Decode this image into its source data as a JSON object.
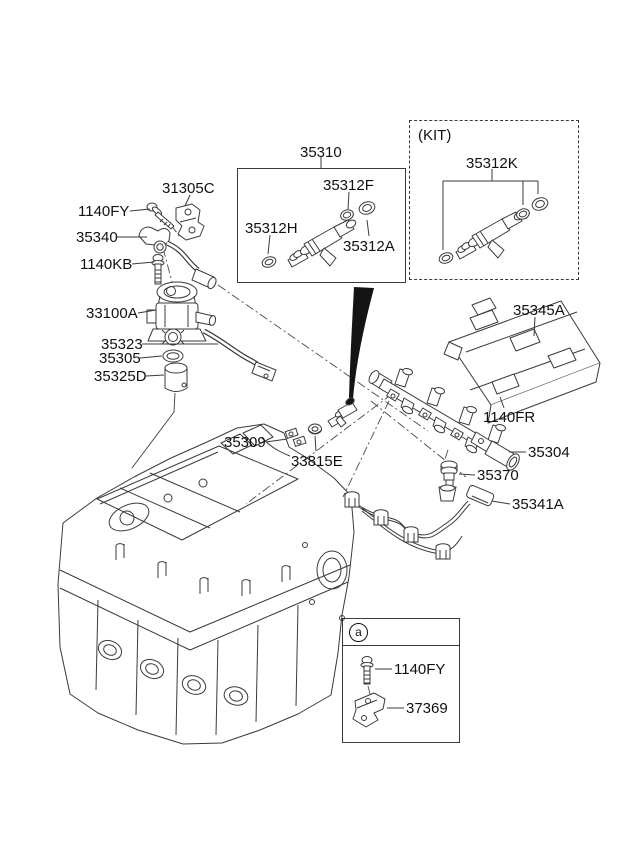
{
  "diagram": {
    "description": "Fuel injection parts exploded diagram",
    "colors": {
      "line": "#3a3a3a",
      "pipe_fill": "#141414",
      "background": "#ffffff",
      "text": "#111111"
    },
    "boxes": {
      "kit_box": {
        "title": "(KIT)"
      },
      "detail_box": {
        "marker": "a"
      }
    },
    "callouts": {
      "p35310": "35310",
      "p35312F": "35312F",
      "p35312H": "35312H",
      "p35312A": "35312A",
      "p35312K": "35312K",
      "p31305C": "31305C",
      "p1140FY": "1140FY",
      "p35340": "35340",
      "p1140KB": "1140KB",
      "p33100A": "33100A",
      "p35323": "35323",
      "p35305": "35305",
      "p35325D": "35325D",
      "p35309": "35309",
      "p33815E": "33815E",
      "p35345A": "35345A",
      "p1140FR": "1140FR",
      "p35304": "35304",
      "p35370": "35370",
      "p35341A": "35341A",
      "p1140FY_detail": "1140FY",
      "p37369": "37369"
    }
  }
}
